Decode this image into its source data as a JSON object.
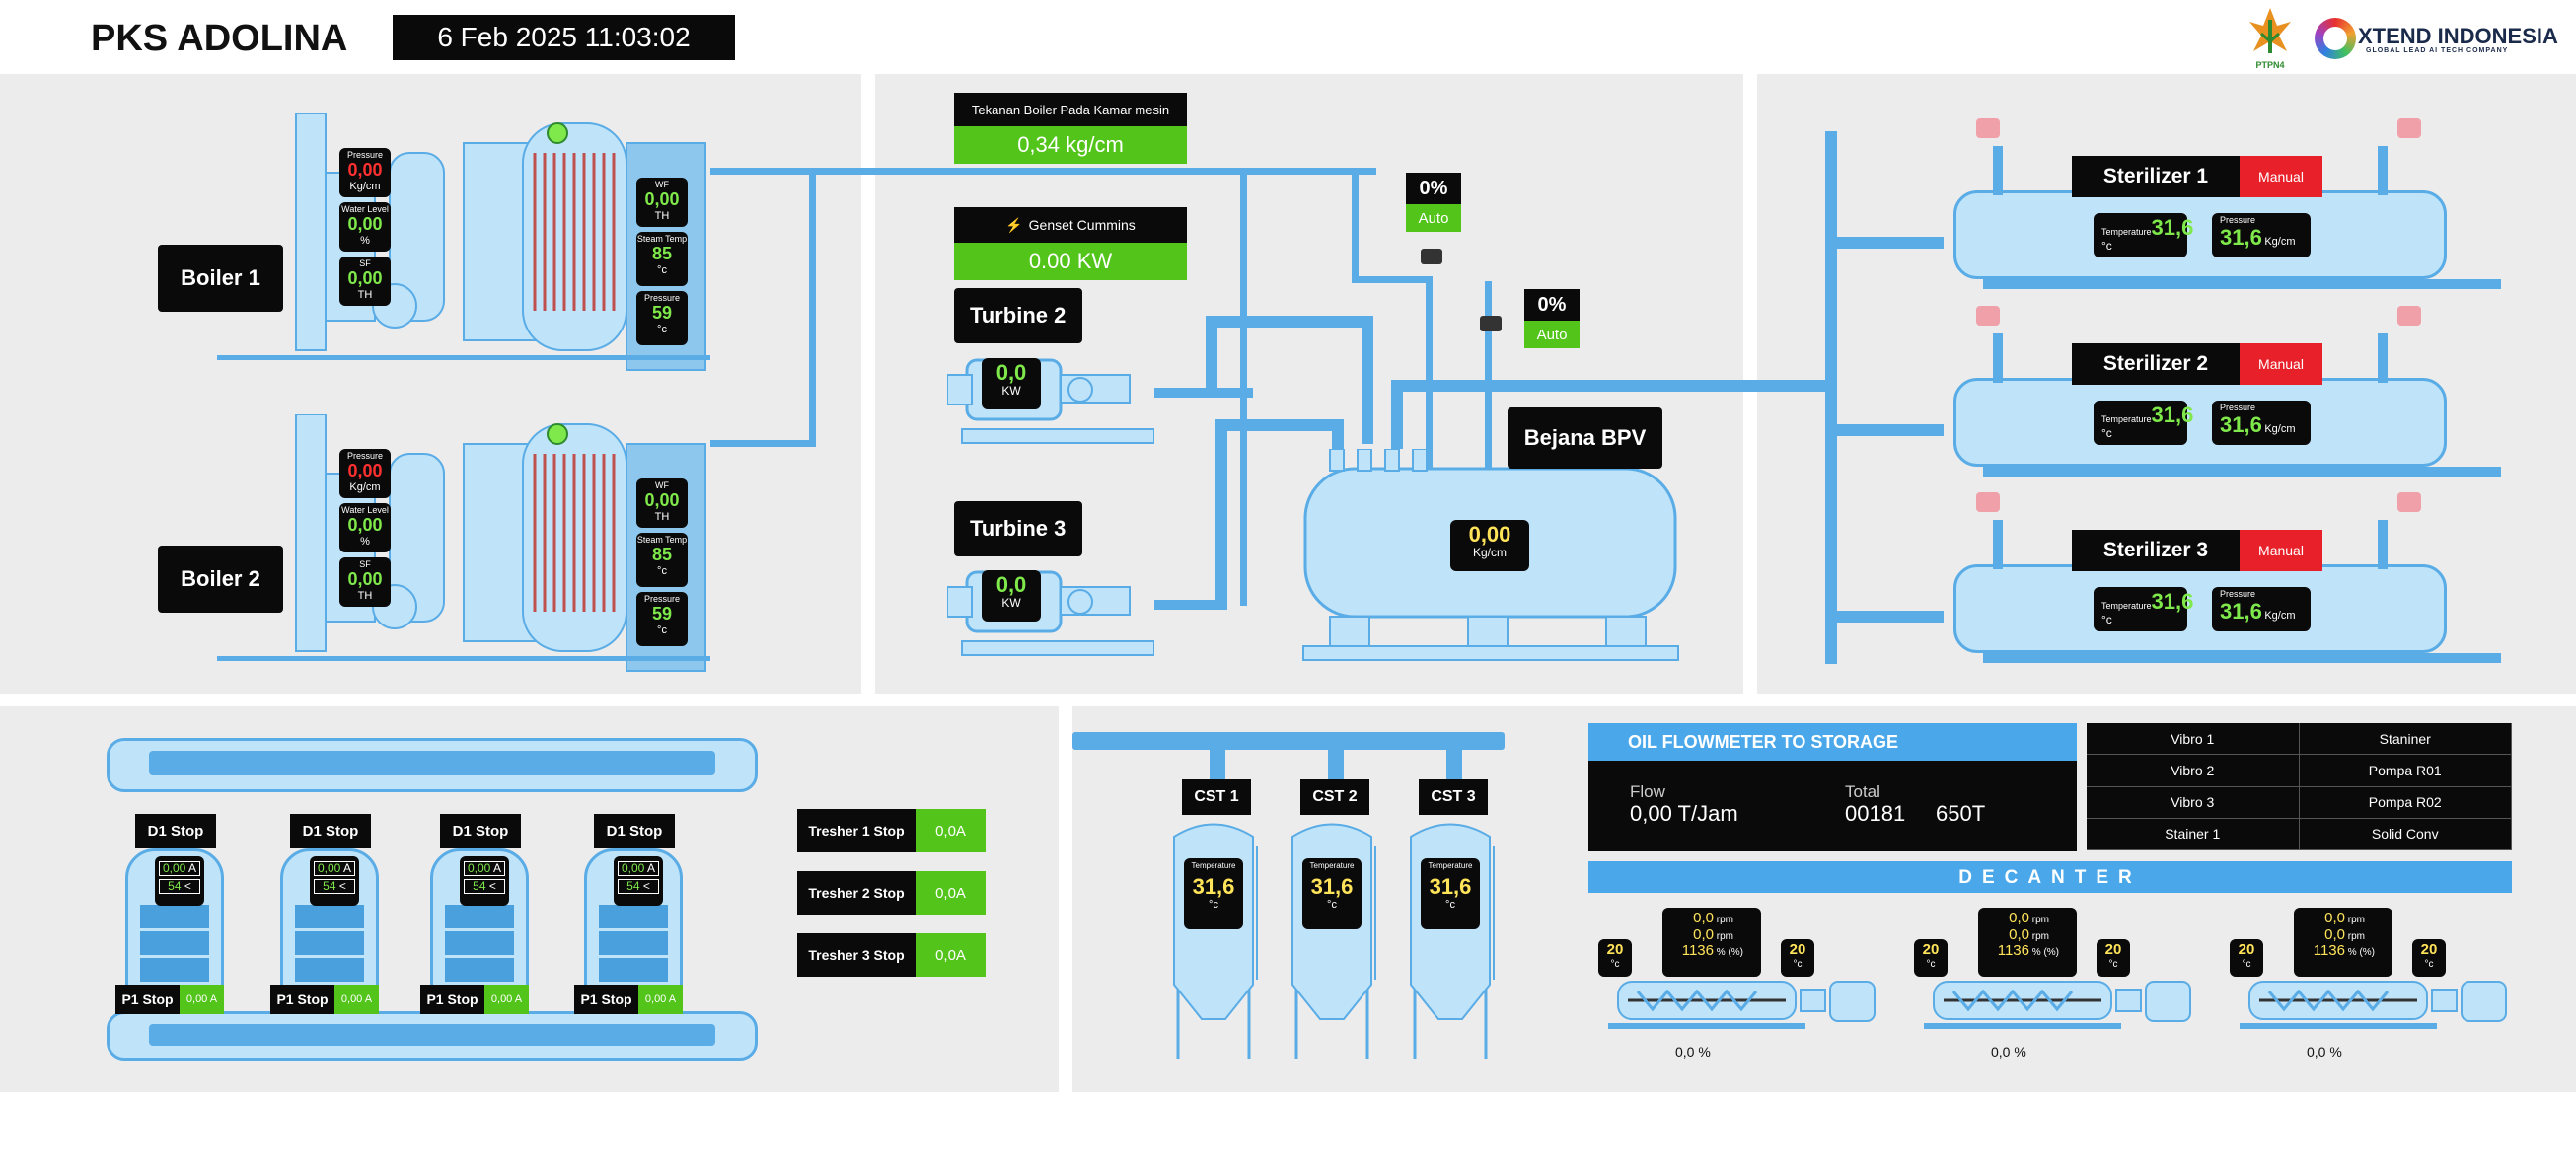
{
  "header": {
    "title": "PKS ADOLINA",
    "datetime": "6 Feb 2025 11:03:02",
    "logo1_text": "PTPN4",
    "logo2_text": "XTEND INDONESIA",
    "logo2_tag": "GLOBAL LEAD AI TECH COMPANY"
  },
  "boilers": [
    {
      "name": "Boiler 1",
      "pressure_lbl": "Pressure",
      "pressure": "0,00",
      "pressure_unit": "Kg/cm",
      "wl_lbl": "Water Level",
      "wl": "0,00",
      "wl_unit": "%",
      "sf_lbl": "SF",
      "sf": "0,00",
      "sf_unit": "TH",
      "wf_lbl": "WF",
      "wf": "0,00",
      "wf_unit": "TH",
      "st_lbl": "Steam Temp",
      "st": "85",
      "st_unit": "°c",
      "p2_lbl": "Pressure",
      "p2": "59",
      "p2_unit": "°c"
    },
    {
      "name": "Boiler 2",
      "pressure_lbl": "Pressure",
      "pressure": "0,00",
      "pressure_unit": "Kg/cm",
      "wl_lbl": "Water Level",
      "wl": "0,00",
      "wl_unit": "%",
      "sf_lbl": "SF",
      "sf": "0,00",
      "sf_unit": "TH",
      "wf_lbl": "WF",
      "wf": "0,00",
      "wf_unit": "TH",
      "st_lbl": "Steam Temp",
      "st": "85",
      "st_unit": "°c",
      "p2_lbl": "Pressure",
      "p2": "59",
      "p2_unit": "°c"
    }
  ],
  "engine": {
    "tekanan_lbl": "Tekanan Boiler Pada Kamar mesin",
    "tekanan_val": "0,34 kg/cm",
    "genset_lbl": "Genset Cummins",
    "genset_val": "0.00 KW",
    "turbine2": {
      "name": "Turbine 2",
      "val": "0,0",
      "unit": "KW"
    },
    "turbine3": {
      "name": "Turbine 3",
      "val": "0,0",
      "unit": "KW"
    },
    "valve1": {
      "pct": "0%",
      "mode": "Auto"
    },
    "valve2": {
      "pct": "0%",
      "mode": "Auto"
    },
    "bpv": {
      "name": "Bejana BPV",
      "val": "0,00",
      "unit": "Kg/cm"
    }
  },
  "sterilizers": [
    {
      "name": "Sterilizer 1",
      "mode": "Manual",
      "t_lbl": "Temperature",
      "t": "31,6",
      "t_unit": "°c",
      "p_lbl": "Pressure",
      "p": "31,6",
      "p_unit": "Kg/cm"
    },
    {
      "name": "Sterilizer 2",
      "mode": "Manual",
      "t_lbl": "Temperature",
      "t": "31,6",
      "t_unit": "°c",
      "p_lbl": "Pressure",
      "p": "31,6",
      "p_unit": "Kg/cm"
    },
    {
      "name": "Sterilizer 3",
      "mode": "Manual",
      "t_lbl": "Temperature",
      "t": "31,6",
      "t_unit": "°c",
      "p_lbl": "Pressure",
      "p": "31,6",
      "p_unit": "Kg/cm"
    }
  ],
  "digesters": [
    {
      "label": "D1 Stop",
      "v1": "0,00",
      "v1_unit": "A",
      "v2": "54",
      "v2_unit": "<",
      "pump": "P1 Stop",
      "pump_val": "0,00 A"
    },
    {
      "label": "D1 Stop",
      "v1": "0,00",
      "v1_unit": "A",
      "v2": "54",
      "v2_unit": "<",
      "pump": "P1 Stop",
      "pump_val": "0,00 A"
    },
    {
      "label": "D1 Stop",
      "v1": "0,00",
      "v1_unit": "A",
      "v2": "54",
      "v2_unit": "<",
      "pump": "P1 Stop",
      "pump_val": "0,00 A"
    },
    {
      "label": "D1 Stop",
      "v1": "0,00",
      "v1_unit": "A",
      "v2": "54",
      "v2_unit": "<",
      "pump": "P1 Stop",
      "pump_val": "0,00 A"
    }
  ],
  "treshers": [
    {
      "label": "Tresher 1 Stop",
      "val": "0,0A"
    },
    {
      "label": "Tresher 2 Stop",
      "val": "0,0A"
    },
    {
      "label": "Tresher 3 Stop",
      "val": "0,0A"
    }
  ],
  "csts": [
    {
      "name": "CST 1",
      "t_lbl": "Temperature",
      "t": "31,6",
      "unit": "°c"
    },
    {
      "name": "CST 2",
      "t_lbl": "Temperature",
      "t": "31,6",
      "unit": "°c"
    },
    {
      "name": "CST 3",
      "t_lbl": "Temperature",
      "t": "31,6",
      "unit": "°c"
    }
  ],
  "oil": {
    "title": "OIL FLOWMETER TO STORAGE",
    "flow_lbl": "Flow",
    "flow_val": "0,00 T/Jam",
    "total_lbl": "Total",
    "total_val": "00181",
    "total_unit": "650T"
  },
  "status_table": [
    [
      "Vibro 1",
      "Staniner"
    ],
    [
      "Vibro 2",
      "Pompa R01"
    ],
    [
      "Vibro 3",
      "Pompa R02"
    ],
    [
      "Stainer 1",
      "Solid Conv"
    ]
  ],
  "decanter": {
    "title": "DECANTER",
    "units": [
      {
        "left": "20",
        "left_unit": "°c",
        "right": "20",
        "right_unit": "°c",
        "rpm1": "0,0",
        "rpm2": "0,0",
        "rpm_unit": "rpm",
        "pct": "1136",
        "pct_unit": "% (%)",
        "bottom": "0,0 %"
      },
      {
        "left": "20",
        "left_unit": "°c",
        "right": "20",
        "right_unit": "°c",
        "rpm1": "0,0",
        "rpm2": "0,0",
        "rpm_unit": "rpm",
        "pct": "1136",
        "pct_unit": "% (%)",
        "bottom": "0,0 %"
      },
      {
        "left": "20",
        "left_unit": "°c",
        "right": "20",
        "right_unit": "°c",
        "rpm1": "0,0",
        "rpm2": "0,0",
        "rpm_unit": "rpm",
        "pct": "1136",
        "pct_unit": "% (%)",
        "bottom": "0,0 %"
      }
    ]
  },
  "colors": {
    "pipe": "#5aace6",
    "equipment": "#bfe3f8",
    "green": "#52c41a",
    "red": "#e8202a",
    "display_green": "#7fe84a",
    "display_red": "#ff3030",
    "display_yellow": "#ffe45a"
  }
}
